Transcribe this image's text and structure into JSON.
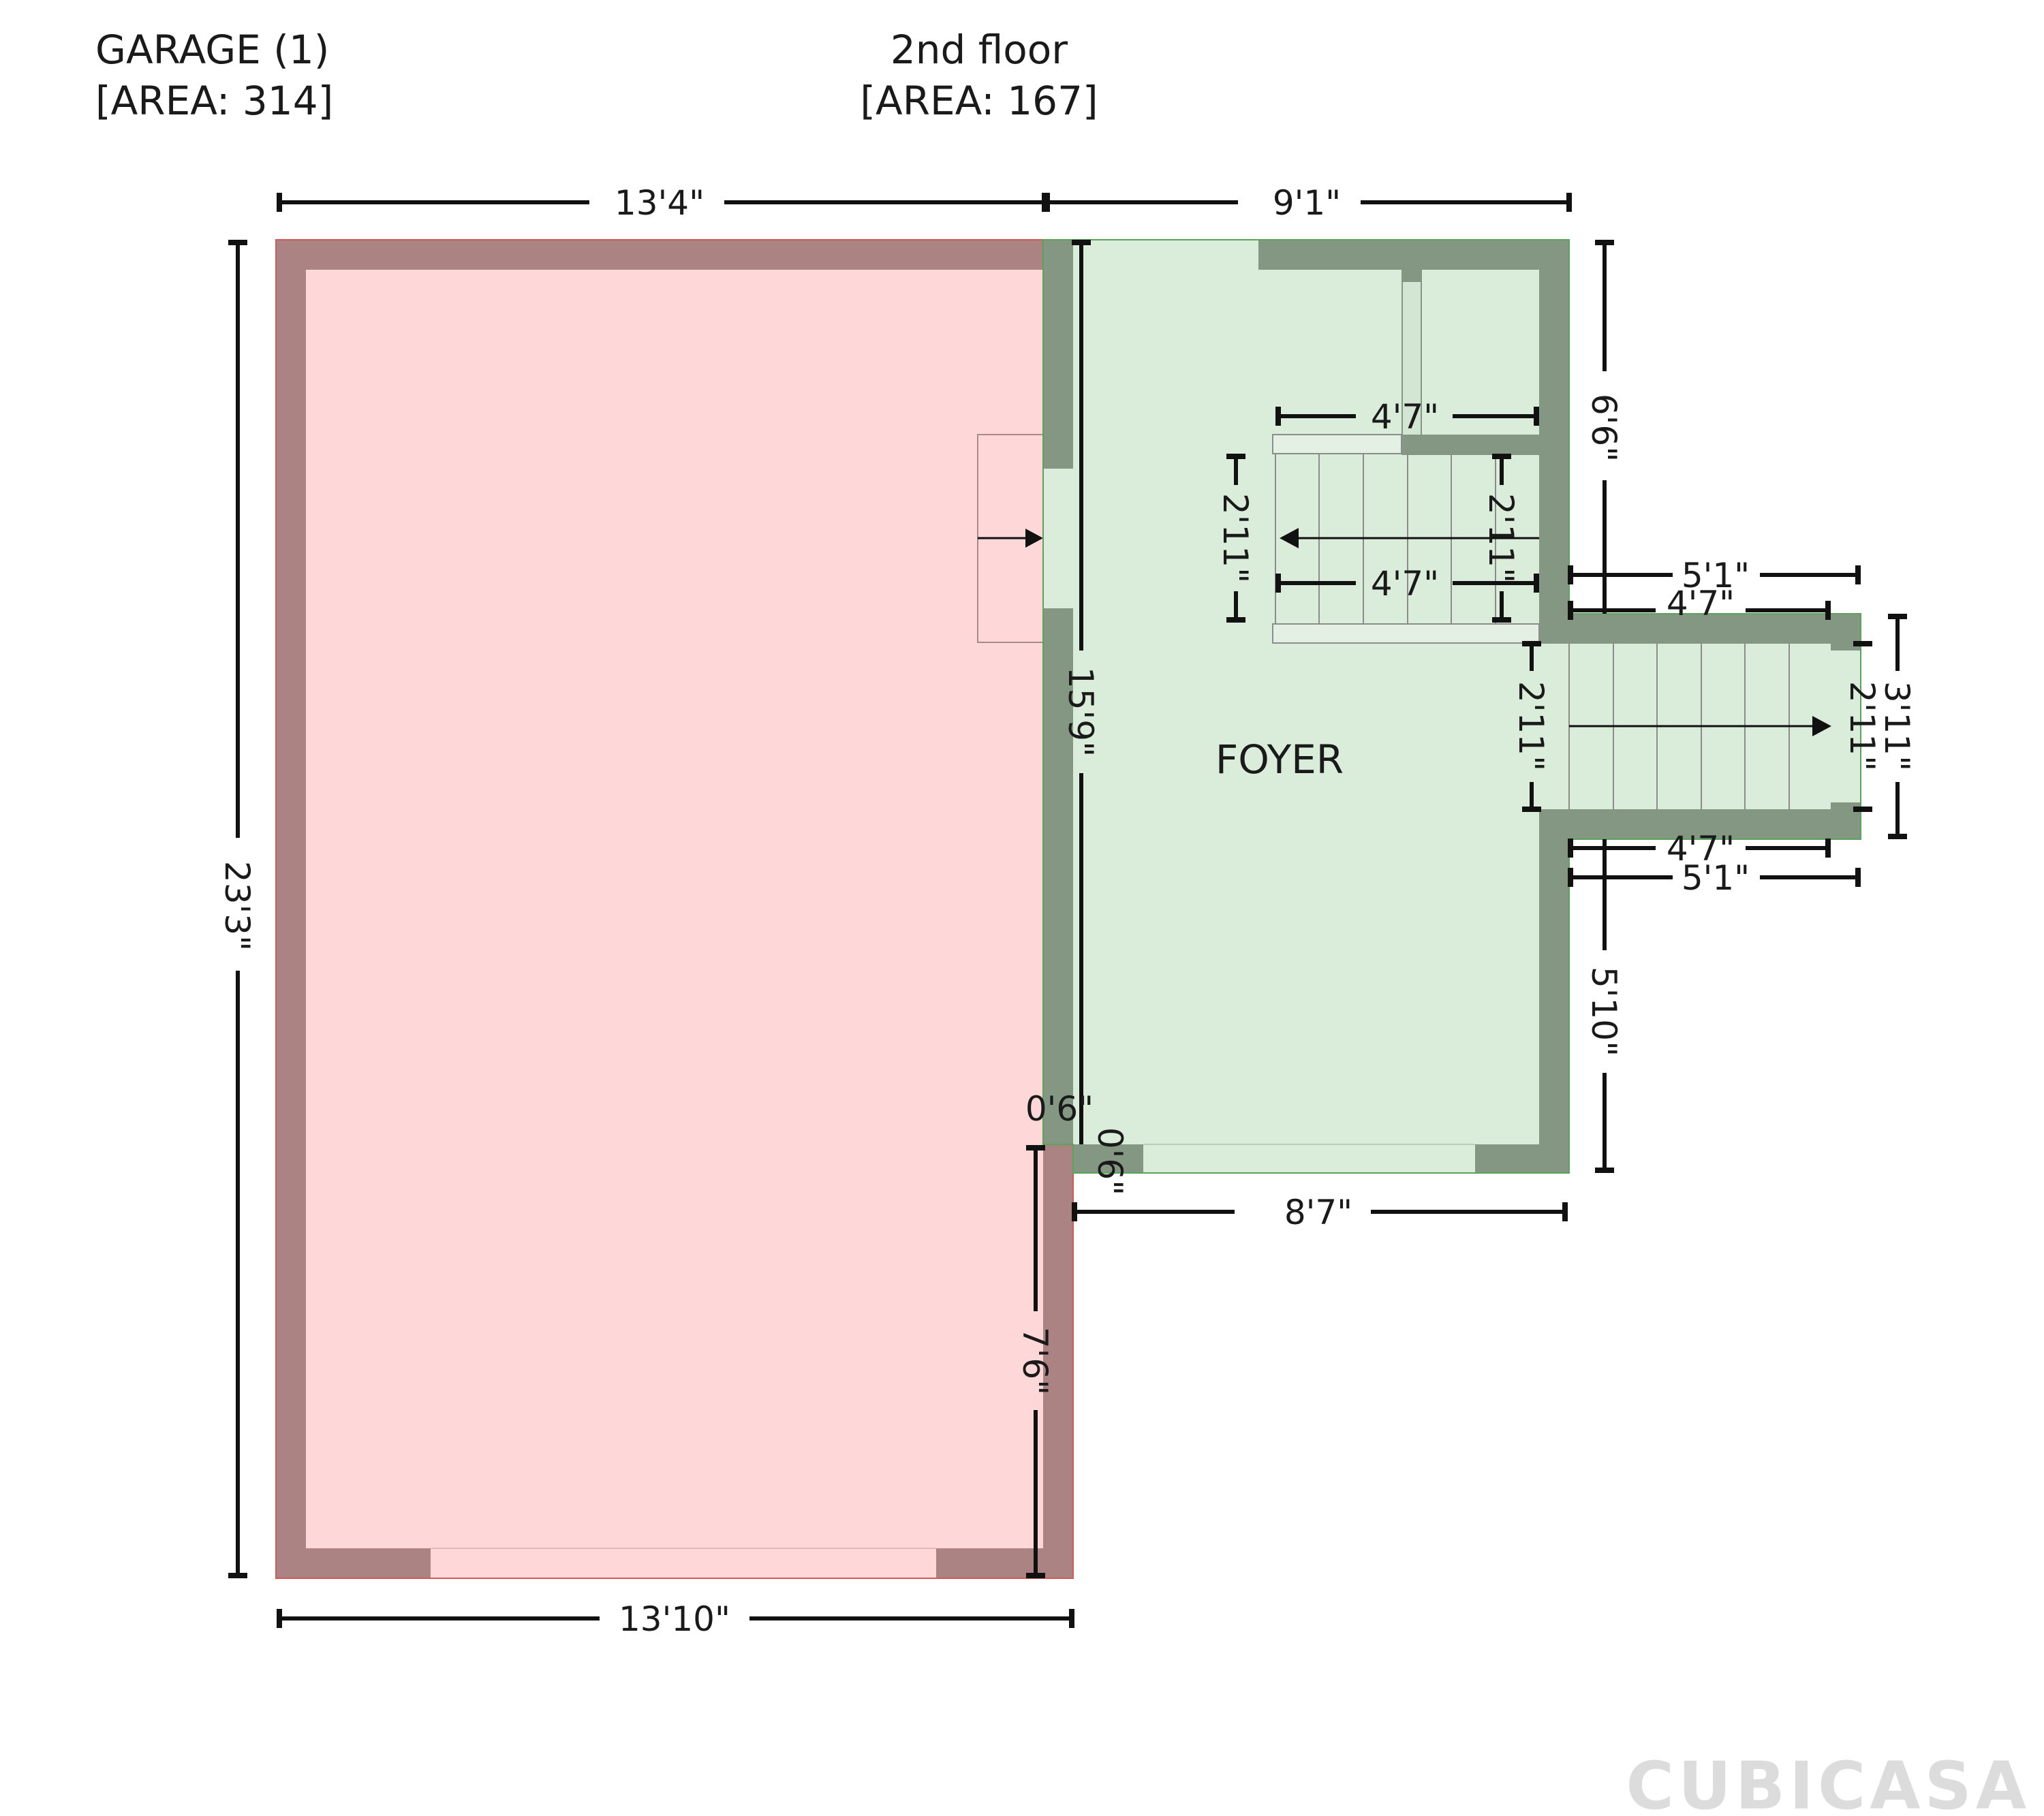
{
  "title": "2nd floor",
  "areas": {
    "garage": {
      "name": "GARAGE (1)",
      "area": "[AREA: 314]"
    },
    "floor": {
      "name": "2nd floor",
      "area": "[AREA: 167]"
    }
  },
  "rooms": {
    "foyer": "FOYER"
  },
  "dimensions": {
    "garage_top": "13'4\"",
    "foyer_top": "9'1\"",
    "garage_left": "23'3\"",
    "garage_bottom": "13'10\"",
    "garage_notch": "7'6\"",
    "foyer_left": "15'9\"",
    "foyer_bottom": "8'7\"",
    "right_upper": "6'6\"",
    "right_lower": "5'10\"",
    "wall_a": "0'6\"",
    "wall_b": "0'6\"",
    "stair1_top": "4'7\"",
    "stair1_bottom": "4'7\"",
    "stair1_left": "2'11\"",
    "stair1_right": "2'11\"",
    "stair2_top_outer": "5'1\"",
    "stair2_top_inner": "4'7\"",
    "stair2_bottom_inner": "4'7\"",
    "stair2_bottom_outer": "5'1\"",
    "stair2_left": "2'11\"",
    "stair2_right_inner": "2'11\"",
    "stair2_right_outer": "3'11\""
  },
  "brand": "CUBICASA",
  "colors": {
    "garage_fill": "#fed7d9",
    "garage_wall": "#ac8383",
    "foyer_fill": "#daeddb",
    "foyer_wall": "#849783"
  }
}
